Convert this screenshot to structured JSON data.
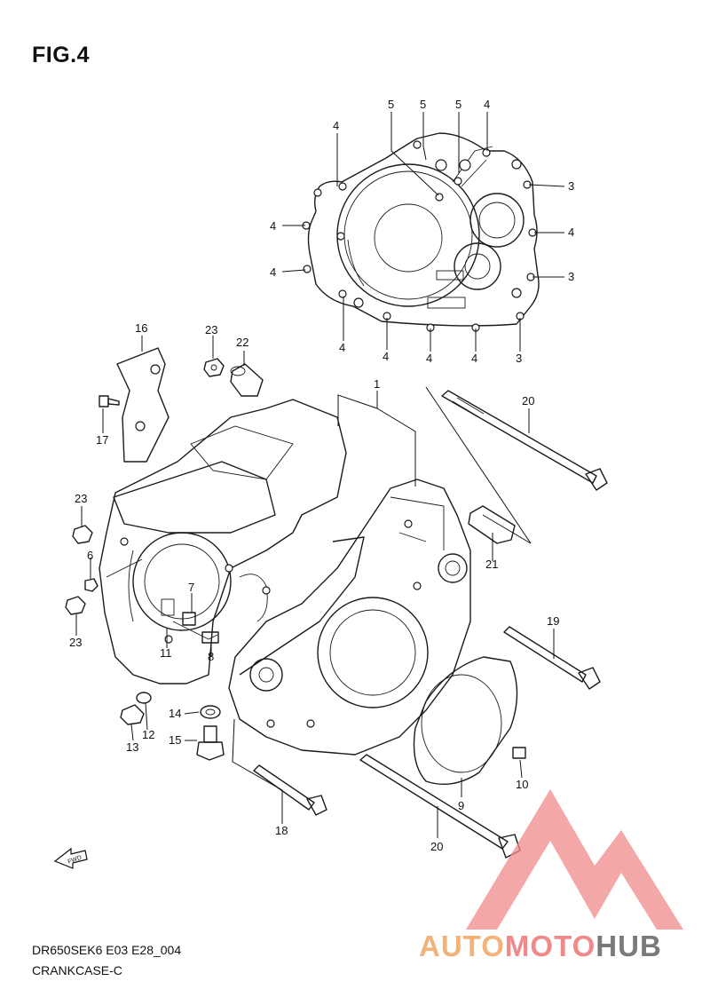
{
  "figure": {
    "title": "FIG.4",
    "code": "DR650SEK6 E03 E28_004",
    "caption": "CRANKCASE-C"
  },
  "callouts": [
    {
      "id": "c-4a",
      "text": "4"
    },
    {
      "id": "c-5a",
      "text": "5"
    },
    {
      "id": "c-5b",
      "text": "5"
    },
    {
      "id": "c-5c",
      "text": "5"
    },
    {
      "id": "c-4b",
      "text": "4"
    },
    {
      "id": "c-3a",
      "text": "3"
    },
    {
      "id": "c-4c",
      "text": "4"
    },
    {
      "id": "c-4d",
      "text": "4"
    },
    {
      "id": "c-4e",
      "text": "4"
    },
    {
      "id": "c-3b",
      "text": "3"
    },
    {
      "id": "c-4f",
      "text": "4"
    },
    {
      "id": "c-4g",
      "text": "4"
    },
    {
      "id": "c-4h",
      "text": "4"
    },
    {
      "id": "c-4i",
      "text": "4"
    },
    {
      "id": "c-3c",
      "text": "3"
    },
    {
      "id": "c-16",
      "text": "16"
    },
    {
      "id": "c-23a",
      "text": "23"
    },
    {
      "id": "c-22",
      "text": "22"
    },
    {
      "id": "c-1",
      "text": "1"
    },
    {
      "id": "c-20a",
      "text": "20"
    },
    {
      "id": "c-17",
      "text": "17"
    },
    {
      "id": "c-23b",
      "text": "23"
    },
    {
      "id": "c-6",
      "text": "6"
    },
    {
      "id": "c-21",
      "text": "21"
    },
    {
      "id": "c-7",
      "text": "7"
    },
    {
      "id": "c-19",
      "text": "19"
    },
    {
      "id": "c-23c",
      "text": "23"
    },
    {
      "id": "c-11",
      "text": "11"
    },
    {
      "id": "c-8",
      "text": "8"
    },
    {
      "id": "c-14",
      "text": "14"
    },
    {
      "id": "c-12",
      "text": "12"
    },
    {
      "id": "c-13",
      "text": "13"
    },
    {
      "id": "c-15",
      "text": "15"
    },
    {
      "id": "c-10",
      "text": "10"
    },
    {
      "id": "c-9",
      "text": "9"
    },
    {
      "id": "c-18",
      "text": "18"
    },
    {
      "id": "c-20b",
      "text": "20"
    }
  ],
  "fwd_arrow": {
    "text": "FWD",
    "icon": "arrow-fwd-icon"
  },
  "watermark": {
    "text_part1": "AUTO",
    "text_part2": "MOTO",
    "text_part3": "HUB",
    "colors": {
      "orange": "#f3b27a",
      "red": "#f08a8a",
      "gray": "#7a7a7a"
    }
  }
}
